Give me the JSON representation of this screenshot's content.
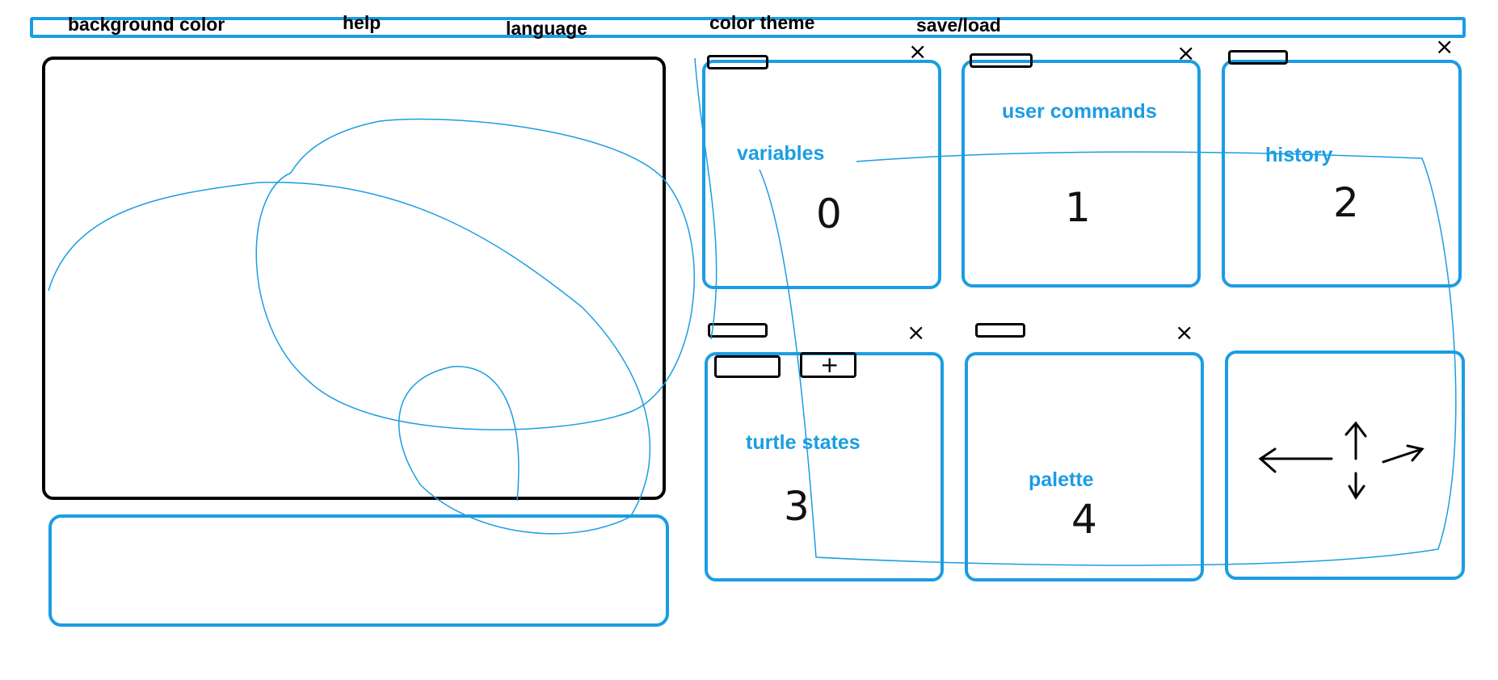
{
  "menubar": {
    "items": [
      "background color",
      "help",
      "language",
      "color theme",
      "save/load"
    ]
  },
  "panels": {
    "variables": {
      "label": "variables",
      "index": "0"
    },
    "user_commands": {
      "label": "user commands",
      "index": "1"
    },
    "history": {
      "label": "history",
      "index": "2"
    },
    "turtle_states": {
      "label": "turtle states",
      "index": "3"
    },
    "palette": {
      "label": "palette",
      "index": "4"
    }
  },
  "close_symbol": "×",
  "colors": {
    "accent": "#1b9de2",
    "ink": "#000000"
  },
  "icons": [
    "arrow-left-icon",
    "arrow-up-icon",
    "arrow-right-icon",
    "arrow-down-icon",
    "close-icon",
    "add-icon"
  ]
}
